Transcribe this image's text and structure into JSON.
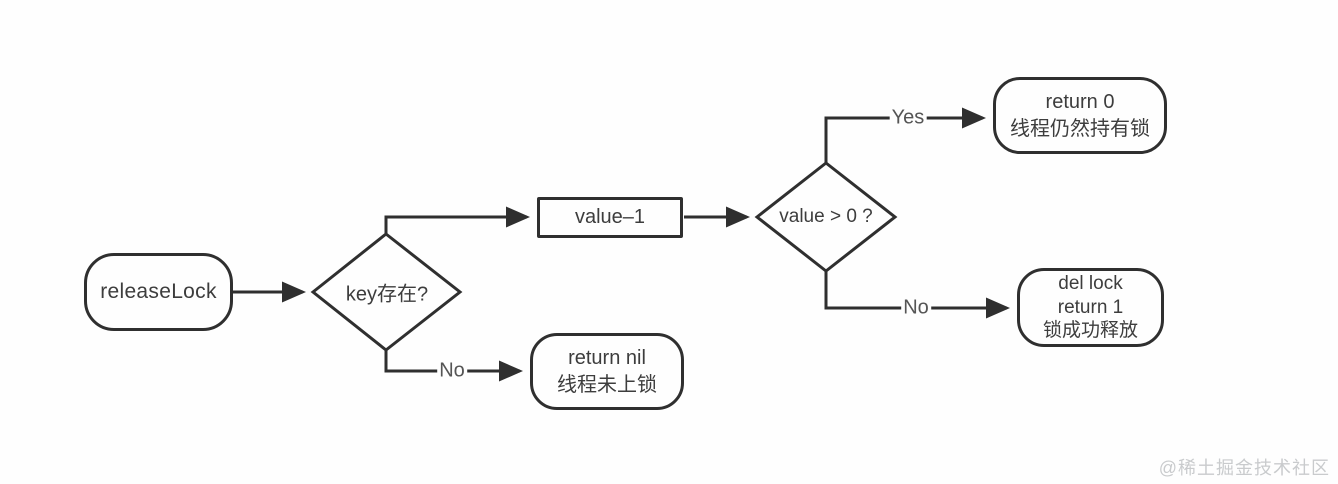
{
  "diagram": {
    "nodes": {
      "start": {
        "label": "releaseLock"
      },
      "key_exists": {
        "label": "key存在?"
      },
      "decrement": {
        "label": "value–1"
      },
      "value_check": {
        "label": "value > 0 ?"
      },
      "still_held": {
        "line1": "return 0",
        "line2": "线程仍然持有锁"
      },
      "released": {
        "line1": "del lock",
        "line2": "return 1",
        "line3": "锁成功释放"
      },
      "not_locked": {
        "line1": "return nil",
        "line2": "线程未上锁"
      }
    },
    "edge_labels": {
      "yes": "Yes",
      "no_value": "No",
      "no_key": "No"
    },
    "colors": {
      "stroke": "#2f2f2f",
      "node_text": "#3d3d3d",
      "edge_label_text": "#555555",
      "watermark_text": "#c9cbcd"
    }
  },
  "watermark": {
    "text": "@稀土掘金技术社区"
  }
}
